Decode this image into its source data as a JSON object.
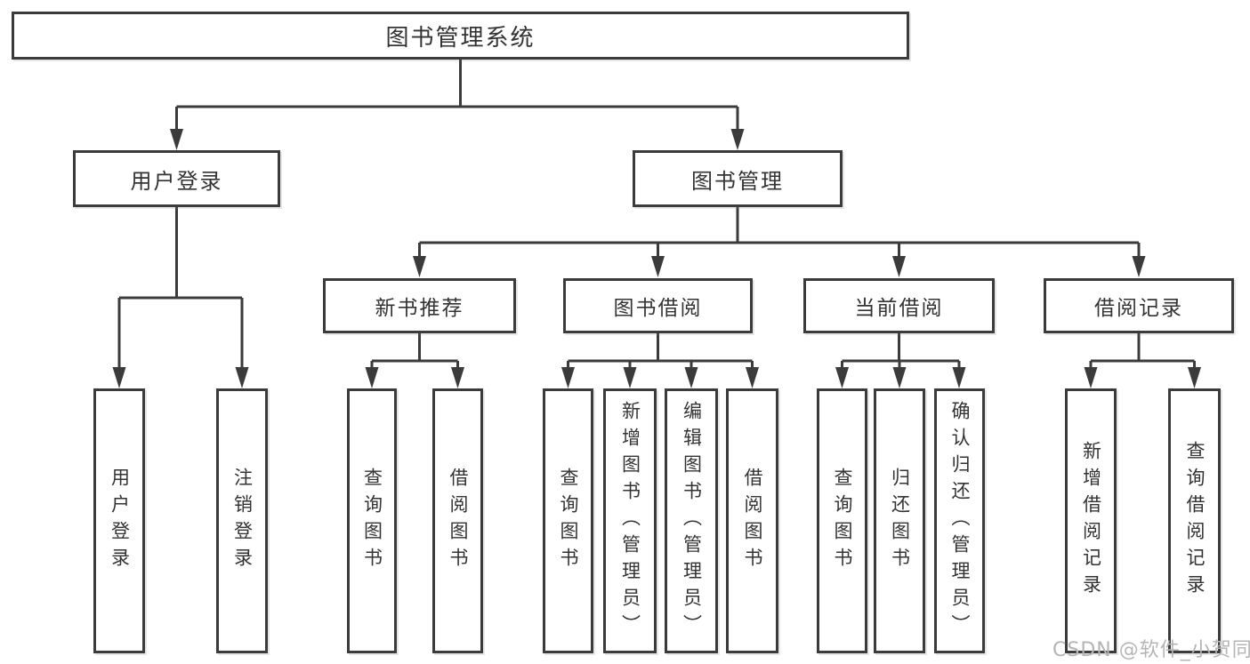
{
  "diagram": {
    "title": "图书管理系统",
    "nodes": {
      "root": "图书管理系统",
      "user_login": "用户登录",
      "book_mgmt": "图书管理",
      "new_book": "新书推荐",
      "book_borrow": "图书借阅",
      "current_borrow": "当前借阅",
      "borrow_record": "借阅记录",
      "leaf_user_login": "用户登录",
      "leaf_logout": "注销登录",
      "leaf_query_book_a": "查询图书",
      "leaf_borrow_book_a": "借阅图书",
      "leaf_query_book_b": "查询图书",
      "leaf_add_book": "新增图书（管理员）",
      "leaf_edit_book": "编辑图书（管理员）",
      "leaf_borrow_book_b": "借阅图书",
      "leaf_query_book_c": "查询图书",
      "leaf_return_book": "归还图书",
      "leaf_confirm_return": "确认归还（管理员）",
      "leaf_add_record": "新增借阅记录",
      "leaf_query_record": "查询借阅记录"
    },
    "edges": [
      [
        "root",
        "user_login"
      ],
      [
        "root",
        "book_mgmt"
      ],
      [
        "user_login",
        "leaf_user_login"
      ],
      [
        "user_login",
        "leaf_logout"
      ],
      [
        "book_mgmt",
        "new_book"
      ],
      [
        "book_mgmt",
        "book_borrow"
      ],
      [
        "book_mgmt",
        "current_borrow"
      ],
      [
        "book_mgmt",
        "borrow_record"
      ],
      [
        "new_book",
        "leaf_query_book_a"
      ],
      [
        "new_book",
        "leaf_borrow_book_a"
      ],
      [
        "book_borrow",
        "leaf_query_book_b"
      ],
      [
        "book_borrow",
        "leaf_add_book"
      ],
      [
        "book_borrow",
        "leaf_edit_book"
      ],
      [
        "book_borrow",
        "leaf_borrow_book_b"
      ],
      [
        "current_borrow",
        "leaf_query_book_c"
      ],
      [
        "current_borrow",
        "leaf_return_book"
      ],
      [
        "current_borrow",
        "leaf_confirm_return"
      ],
      [
        "borrow_record",
        "leaf_add_record"
      ],
      [
        "borrow_record",
        "leaf_query_record"
      ]
    ]
  },
  "watermark": {
    "text": "CSDN @软件_小贺同学",
    "color": "#b5b5b5"
  },
  "colors": {
    "background": "#ffffff",
    "line": "#3b3b3b",
    "box_border": "#3b3b3b",
    "text": "#333333",
    "watermark": "#b5b5b5"
  }
}
